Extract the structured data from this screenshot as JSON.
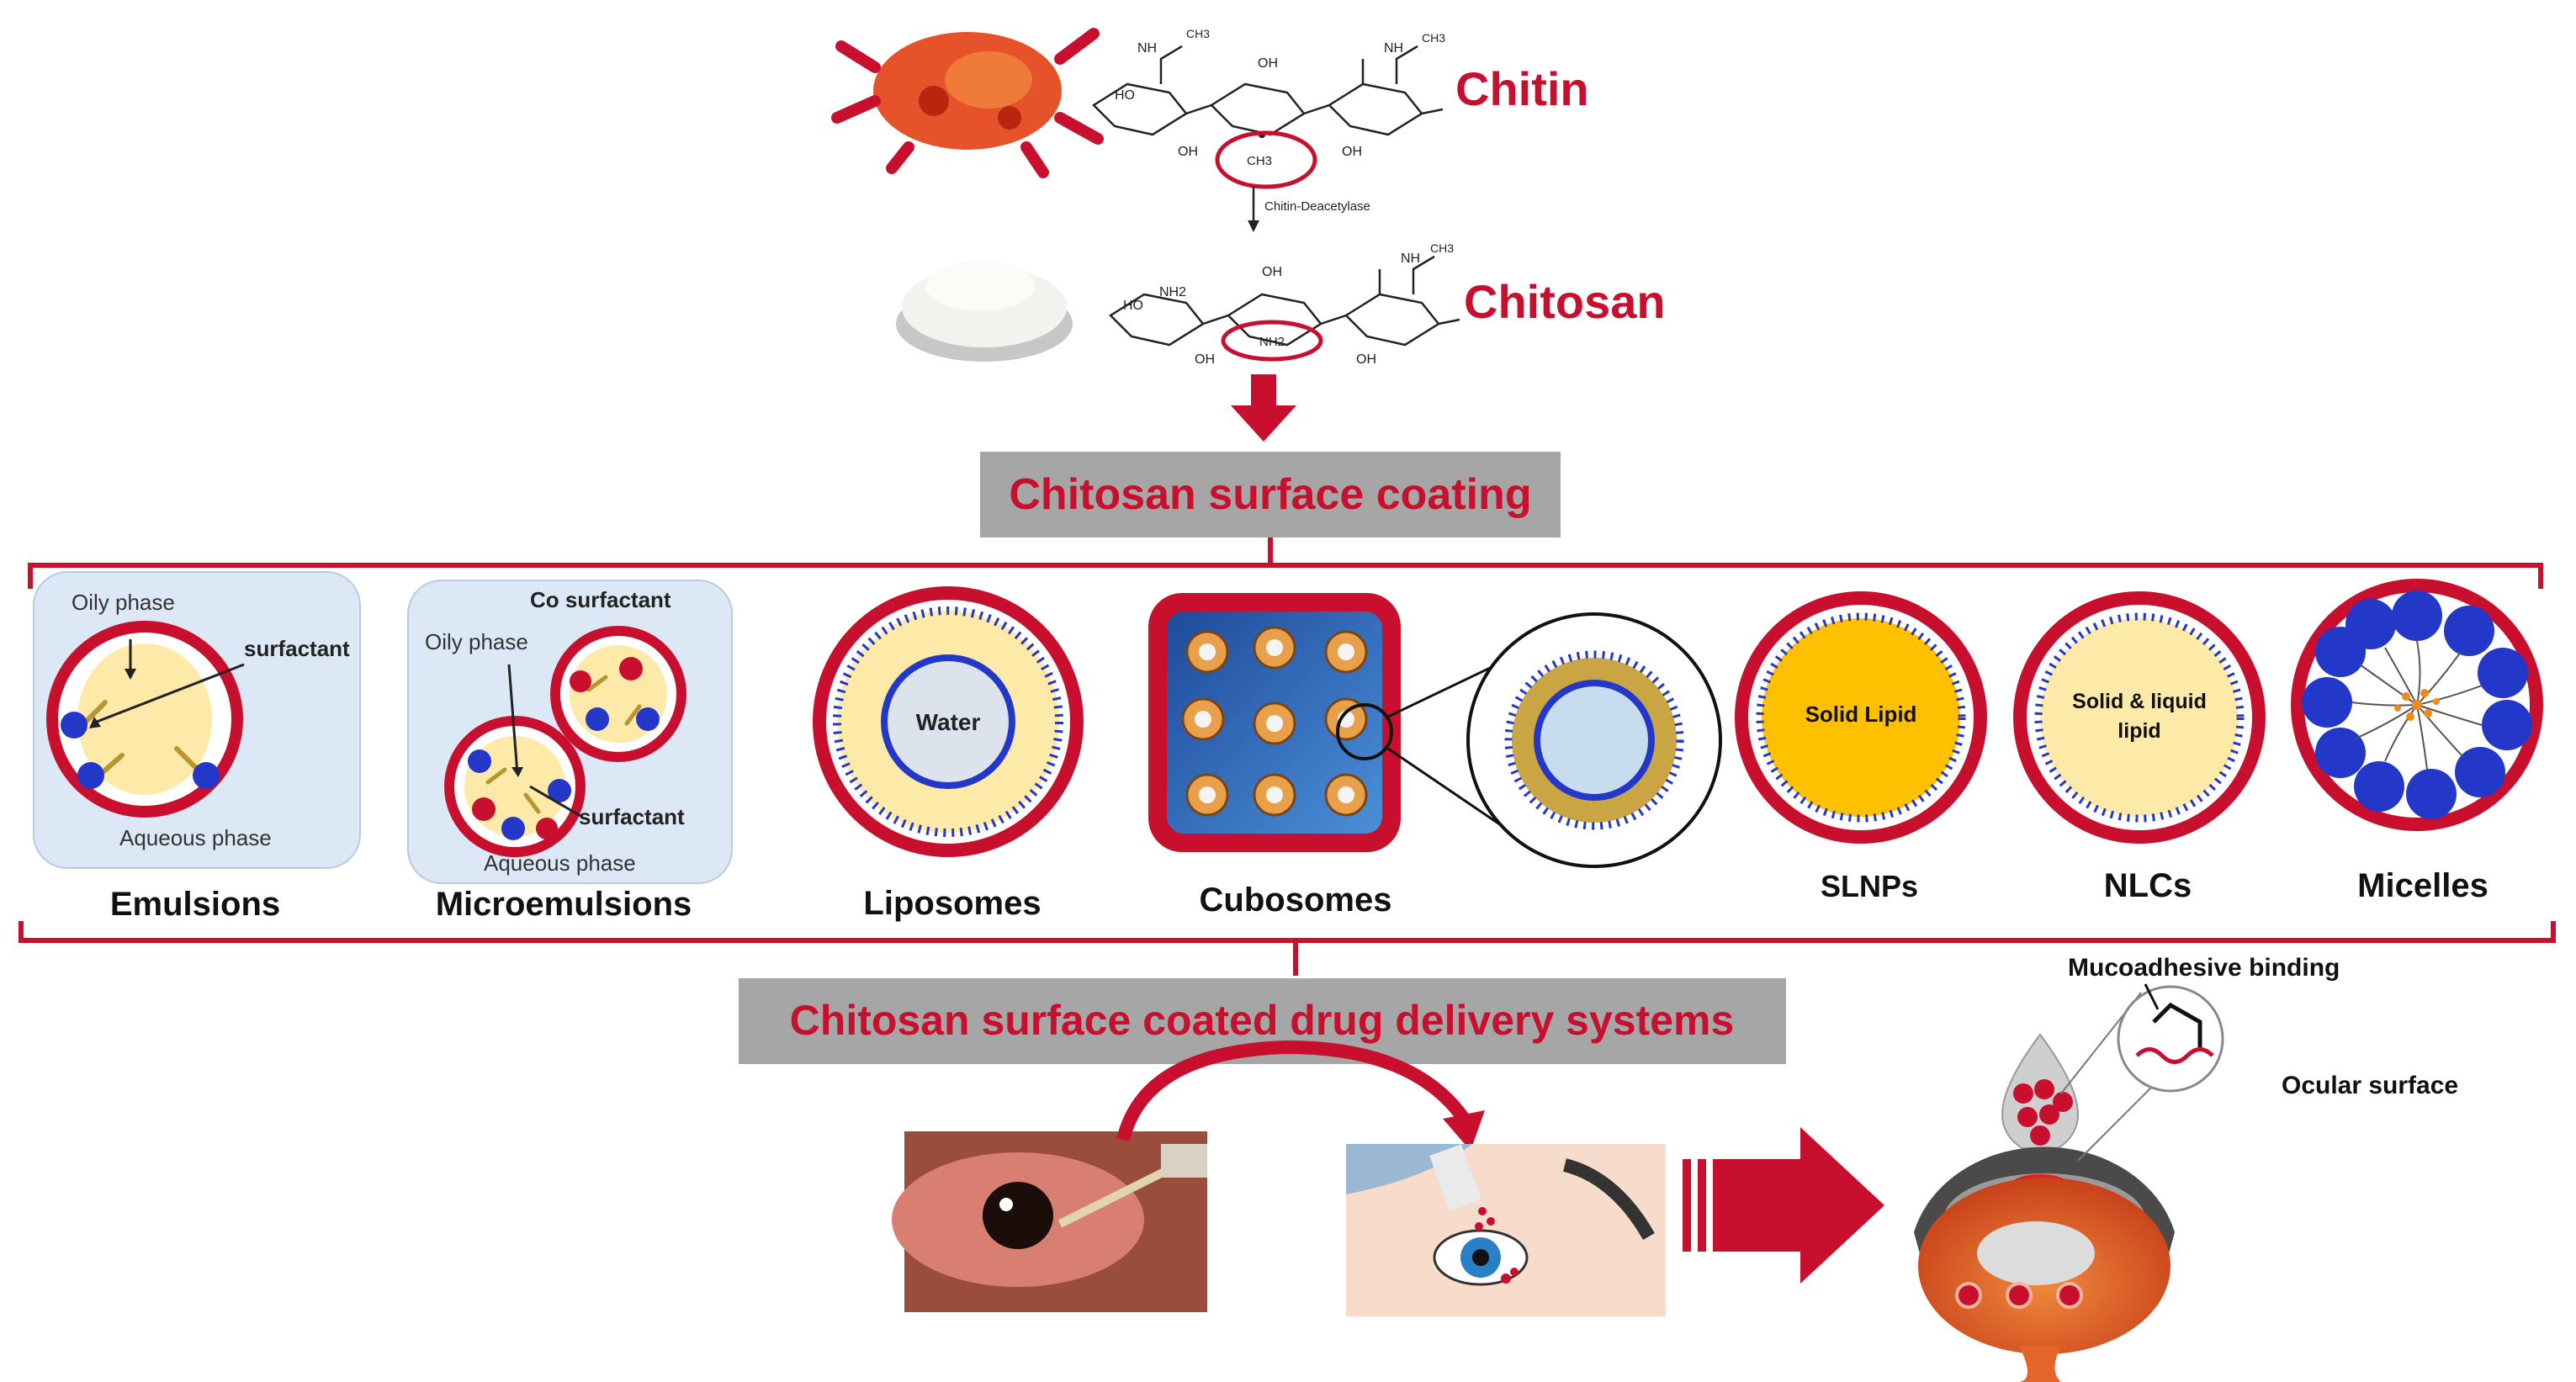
{
  "top": {
    "chitin_label": "Chitin",
    "chitosan_label": "Chitosan",
    "enzyme_label": "Chitin-Deacetylase"
  },
  "banners": {
    "coating": "Chitosan surface coating",
    "delivery": "Chitosan surface coated drug delivery systems"
  },
  "systems": {
    "emulsions": {
      "name": "Emulsions",
      "oily": "Oily  phase",
      "surfactant": "surfactant",
      "aqueous": "Aqueous phase"
    },
    "microemulsions": {
      "name": "Microemulsions",
      "co_surfactant": "Co surfactant",
      "oily": "Oily  phase",
      "surfactant": "surfactant",
      "aqueous": "Aqueous phase"
    },
    "liposomes": {
      "name": "Liposomes",
      "core": "Water"
    },
    "cubosomes": {
      "name": "Cubosomes"
    },
    "slnps": {
      "name": "SLNPs",
      "core": "Solid Lipid"
    },
    "nlcs": {
      "name": "NLCs",
      "core_line1": "Solid & liquid",
      "core_line2": "lipid"
    },
    "micelles": {
      "name": "Micelles"
    }
  },
  "bottom": {
    "mucoadhesive": "Mucoadhesive binding",
    "ocular": "Ocular surface"
  },
  "colors": {
    "accent_red": "#c8102e",
    "banner_gray": "#a6a6a6",
    "lipid_blue": "#2337c9",
    "emulsion_bg": "#dce8f5",
    "core_yellow": "#ffc000",
    "pale_yellow": "#fde9a8"
  }
}
